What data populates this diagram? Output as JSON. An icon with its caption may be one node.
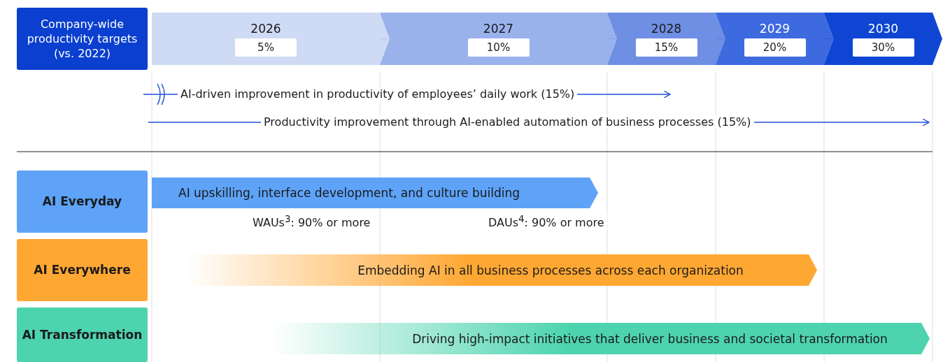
{
  "diagram": {
    "nodes": [
      {
        "text": [
          "Company-wide productivity targets (vs. 2022)"
        ]
      },
      {
        "text": [
          "2026",
          "5%"
        ]
      },
      {
        "text": [
          "2027",
          "10%"
        ]
      },
      {
        "text": [
          "2028",
          "15%"
        ]
      },
      {
        "text": [
          "2029",
          "20%"
        ]
      },
      {
        "text": [
          "2030",
          "30%"
        ]
      },
      {
        "text": [
          "AI Everyday"
        ]
      },
      {
        "text": [
          "AI Everywhere"
        ]
      },
      {
        "text": [
          "AI Transformation"
        ]
      },
      {
        "text": [
          "AI upskilling, interface development, and culture building"
        ]
      },
      {
        "text": [
          "Embedding AI in all business processes across each organization"
        ]
      },
      {
        "text": [
          "Driving high-impact initiatives that deliver business and societal transformation"
        ]
      }
    ],
    "labels": [
      "AI-driven improvement in productivity of employees’ daily work (15%)",
      "Productivity improvement through AI-enabled automation of business processes (15%)",
      "WAUs$^{3}$: 90% or more",
      "DAUs$^{4}$: 90% or more"
    ]
  }
}
